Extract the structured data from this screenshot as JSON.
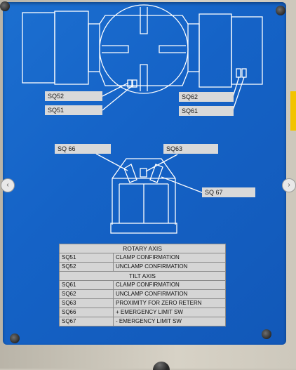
{
  "labels": {
    "sq52": "SQ52",
    "sq51": "SQ51",
    "sq62": "SQ62",
    "sq61": "SQ61",
    "sq66": "SQ 66",
    "sq63": "SQ63",
    "sq67": "SQ 67"
  },
  "table": {
    "rotary_header": "ROTARY AXIS",
    "tilt_header": "TILT AXIS",
    "rotary_rows": [
      {
        "code": "SQ51",
        "desc": "CLAMP CONFIRMATION"
      },
      {
        "code": "SQ52",
        "desc": "UNCLAMP CONFIRMATION"
      }
    ],
    "tilt_rows": [
      {
        "code": "SQ61",
        "desc": "CLAMP CONFIRMATION"
      },
      {
        "code": "SQ62",
        "desc": "UNCLAMP CONFIRMATION"
      },
      {
        "code": "SQ63",
        "desc": "PROXIMITY FOR ZERO RETERN"
      },
      {
        "code": "SQ66",
        "desc": "+  EMERGENCY LIMIT SW"
      },
      {
        "code": "SQ67",
        "desc": "-  EMERGENCY LIMIT SW"
      }
    ]
  },
  "colors": {
    "plate": "#1563c7",
    "label": "#d9d9d9",
    "lines": "#ffffff",
    "warning_stripe": "#f2c400"
  },
  "icons": {
    "prev": "chevron-left-icon",
    "next": "chevron-right-icon"
  }
}
